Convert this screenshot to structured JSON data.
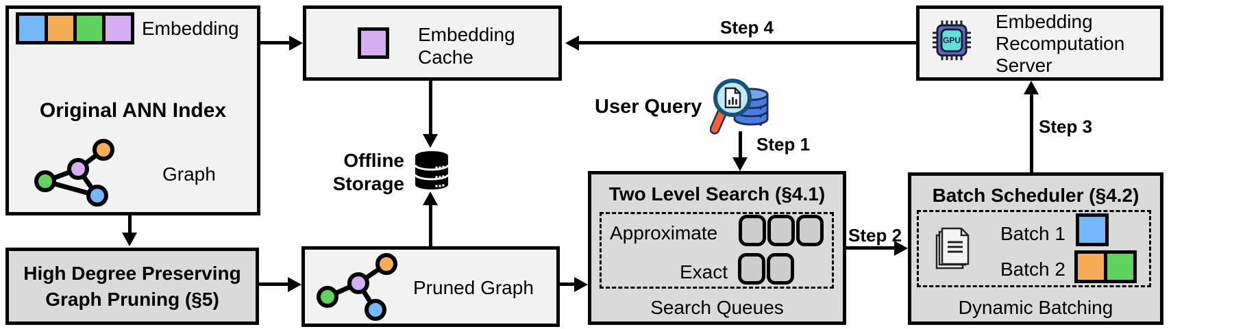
{
  "palette": {
    "blue": "#74b9f7",
    "orange": "#f7ad55",
    "green": "#5ed45e",
    "purple": "#d4aef2",
    "light_box_bg": "#f2f2f2",
    "dark_box_bg": "#dadada",
    "queue_slot_fill": "#cdcdcd",
    "gpu_chip_body": "#5b6dbd",
    "gpu_chip_core": "#5fe0d5",
    "magnifier_handle": "#f2612e",
    "query_db_blue": "#4a7fdd"
  },
  "original_ann": {
    "embedding_label": "Embedding",
    "title": "Original ANN Index",
    "graph_label": "Graph"
  },
  "high_degree_pruning": {
    "line1": "High Degree Preserving",
    "line2": "Graph Pruning (§5)"
  },
  "embedding_cache": {
    "line1": "Embedding",
    "line2": "Cache"
  },
  "offline_storage": {
    "line1": "Offline",
    "line2": "Storage"
  },
  "pruned_graph": {
    "label": "Pruned Graph"
  },
  "user_query": {
    "label": "User Query"
  },
  "two_level_search": {
    "title": "Two Level Search (§4.1)",
    "approximate_label": "Approximate",
    "exact_label": "Exact",
    "caption": "Search Queues"
  },
  "batch_scheduler": {
    "title": "Batch Scheduler (§4.2)",
    "batch1_label": "Batch 1",
    "batch2_label": "Batch 2",
    "caption": "Dynamic Batching"
  },
  "recomputation_server": {
    "line1": "Embedding",
    "line2": "Recomputation",
    "line3": "Server",
    "gpu_label": "GPU"
  },
  "steps": {
    "step1": "Step 1",
    "step2": "Step 2",
    "step3": "Step 3",
    "step4": "Step 4"
  }
}
